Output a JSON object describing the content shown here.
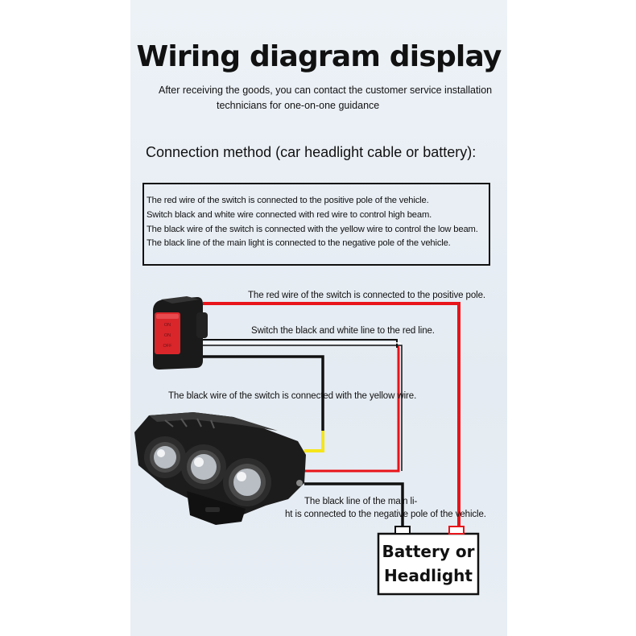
{
  "title": "Wiring diagram display",
  "subtitle": {
    "line1": "After receiving the goods, you can contact the customer service installation",
    "line2": "technicians for one-on-one guidance"
  },
  "method_title": "Connection method (car headlight cable or battery):",
  "instructions": [
    "The red wire of the switch is connected to the positive pole of the vehicle.",
    "Switch black and white wire connected with red wire to control high beam.",
    "The black wire of the switch is connected with the yellow wire to control the low beam.",
    "The black line of the main light is connected to the negative pole of the vehicle."
  ],
  "labels": {
    "red_wire": "The red wire of the switch is connected to the positive pole.",
    "bw_wire": "Switch the black and white line to the red line.",
    "black_yellow": "The black wire of the switch is connected with the yellow wire.",
    "main_black_1": "The black line of the main li-",
    "main_black_2": "ht is connected to the negative pole of the vehicle."
  },
  "switch_markings": [
    "ON",
    "ON",
    "OFF"
  ],
  "battery": {
    "line1": "Battery or",
    "line2": "Headlight"
  },
  "colors": {
    "red_wire": "#e8141a",
    "yellow_wire": "#f6e51a",
    "black_wire": "#111111",
    "switch_red": "#d9262b"
  }
}
